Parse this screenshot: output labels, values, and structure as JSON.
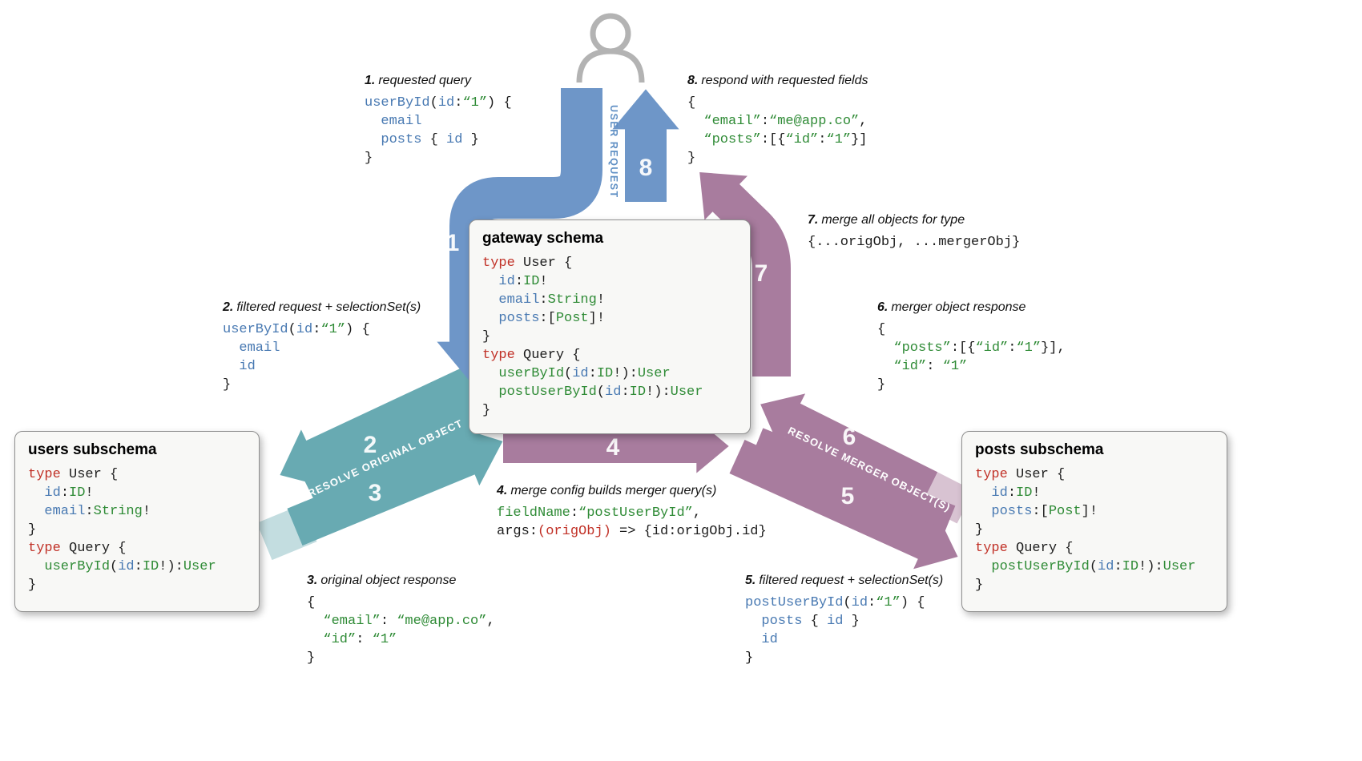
{
  "colors": {
    "blue": "#6e96c8",
    "teal": "#68aab2",
    "tealLight": "#c3dde0",
    "purple": "#a87c9e",
    "purpleLight": "#d8c3d2",
    "person": "#b3b3b3",
    "userReqText": "#5f8fc4",
    "kw": "#c13127",
    "name": "#4879b2",
    "type": "#2f8b36",
    "plain": "#1c1c1c"
  },
  "icons": {
    "person": "user-silhouette"
  },
  "band_labels": {
    "user_request": "USER REQUEST",
    "resolve_original": "RESOLVE ORIGINAL OBJECT",
    "resolve_merger": "RESOLVE MERGER OBJECT(S)"
  },
  "band_numbers": {
    "n1": "1",
    "n2": "2",
    "n3": "3",
    "n4": "4",
    "n5": "5",
    "n6": "6",
    "n7": "7",
    "n8": "8"
  },
  "panels": {
    "gateway": {
      "title": "gateway schema",
      "code": [
        [
          {
            "c": "k",
            "x": "type"
          },
          {
            "c": "p",
            "x": " User {"
          }
        ],
        [
          {
            "c": "p",
            "x": "  "
          },
          {
            "c": "n",
            "x": "id"
          },
          {
            "c": "p",
            "x": ":"
          },
          {
            "c": "t",
            "x": "ID"
          },
          {
            "c": "p",
            "x": "!"
          }
        ],
        [
          {
            "c": "p",
            "x": "  "
          },
          {
            "c": "n",
            "x": "email"
          },
          {
            "c": "p",
            "x": ":"
          },
          {
            "c": "t",
            "x": "String"
          },
          {
            "c": "p",
            "x": "!"
          }
        ],
        [
          {
            "c": "p",
            "x": "  "
          },
          {
            "c": "n",
            "x": "posts"
          },
          {
            "c": "p",
            "x": ":["
          },
          {
            "c": "t",
            "x": "Post"
          },
          {
            "c": "p",
            "x": "]!"
          }
        ],
        [
          {
            "c": "p",
            "x": "}"
          }
        ],
        [
          {
            "c": "k",
            "x": "type"
          },
          {
            "c": "p",
            "x": " Query {"
          }
        ],
        [
          {
            "c": "p",
            "x": "  "
          },
          {
            "c": "t",
            "x": "userById"
          },
          {
            "c": "p",
            "x": "("
          },
          {
            "c": "n",
            "x": "id"
          },
          {
            "c": "p",
            "x": ":"
          },
          {
            "c": "t",
            "x": "ID"
          },
          {
            "c": "p",
            "x": "!):"
          },
          {
            "c": "t",
            "x": "User"
          }
        ],
        [
          {
            "c": "p",
            "x": "  "
          },
          {
            "c": "t",
            "x": "postUserById"
          },
          {
            "c": "p",
            "x": "("
          },
          {
            "c": "n",
            "x": "id"
          },
          {
            "c": "p",
            "x": ":"
          },
          {
            "c": "t",
            "x": "ID"
          },
          {
            "c": "p",
            "x": "!):"
          },
          {
            "c": "t",
            "x": "User"
          }
        ],
        [
          {
            "c": "p",
            "x": "}"
          }
        ]
      ]
    },
    "users": {
      "title": "users subschema",
      "code": [
        [
          {
            "c": "k",
            "x": "type"
          },
          {
            "c": "p",
            "x": " User {"
          }
        ],
        [
          {
            "c": "p",
            "x": "  "
          },
          {
            "c": "n",
            "x": "id"
          },
          {
            "c": "p",
            "x": ":"
          },
          {
            "c": "t",
            "x": "ID"
          },
          {
            "c": "p",
            "x": "!"
          }
        ],
        [
          {
            "c": "p",
            "x": "  "
          },
          {
            "c": "n",
            "x": "email"
          },
          {
            "c": "p",
            "x": ":"
          },
          {
            "c": "t",
            "x": "String"
          },
          {
            "c": "p",
            "x": "!"
          }
        ],
        [
          {
            "c": "p",
            "x": "}"
          }
        ],
        [
          {
            "c": "k",
            "x": "type"
          },
          {
            "c": "p",
            "x": " Query {"
          }
        ],
        [
          {
            "c": "p",
            "x": "  "
          },
          {
            "c": "t",
            "x": "userById"
          },
          {
            "c": "p",
            "x": "("
          },
          {
            "c": "n",
            "x": "id"
          },
          {
            "c": "p",
            "x": ":"
          },
          {
            "c": "t",
            "x": "ID"
          },
          {
            "c": "p",
            "x": "!):"
          },
          {
            "c": "t",
            "x": "User"
          }
        ],
        [
          {
            "c": "p",
            "x": "}"
          }
        ]
      ]
    },
    "posts": {
      "title": "posts subschema",
      "code": [
        [
          {
            "c": "k",
            "x": "type"
          },
          {
            "c": "p",
            "x": " User {"
          }
        ],
        [
          {
            "c": "p",
            "x": "  "
          },
          {
            "c": "n",
            "x": "id"
          },
          {
            "c": "p",
            "x": ":"
          },
          {
            "c": "t",
            "x": "ID"
          },
          {
            "c": "p",
            "x": "!"
          }
        ],
        [
          {
            "c": "p",
            "x": "  "
          },
          {
            "c": "n",
            "x": "posts"
          },
          {
            "c": "p",
            "x": ":["
          },
          {
            "c": "t",
            "x": "Post"
          },
          {
            "c": "p",
            "x": "]!"
          }
        ],
        [
          {
            "c": "p",
            "x": "}"
          }
        ],
        [
          {
            "c": "k",
            "x": "type"
          },
          {
            "c": "p",
            "x": " Query {"
          }
        ],
        [
          {
            "c": "p",
            "x": "  "
          },
          {
            "c": "t",
            "x": "postUserById"
          },
          {
            "c": "p",
            "x": "("
          },
          {
            "c": "n",
            "x": "id"
          },
          {
            "c": "p",
            "x": ":"
          },
          {
            "c": "t",
            "x": "ID"
          },
          {
            "c": "p",
            "x": "!):"
          },
          {
            "c": "t",
            "x": "User"
          }
        ],
        [
          {
            "c": "p",
            "x": "}"
          }
        ]
      ]
    }
  },
  "annotations": {
    "a1": {
      "num": "1.",
      "label": "requested query",
      "code": [
        [
          {
            "c": "n",
            "x": "userById"
          },
          {
            "c": "p",
            "x": "("
          },
          {
            "c": "n",
            "x": "id"
          },
          {
            "c": "p",
            "x": ":"
          },
          {
            "c": "t",
            "x": "“1”"
          },
          {
            "c": "p",
            "x": ") {"
          }
        ],
        [
          {
            "c": "p",
            "x": "  "
          },
          {
            "c": "n",
            "x": "email"
          }
        ],
        [
          {
            "c": "p",
            "x": "  "
          },
          {
            "c": "n",
            "x": "posts"
          },
          {
            "c": "p",
            "x": " { "
          },
          {
            "c": "n",
            "x": "id"
          },
          {
            "c": "p",
            "x": " }"
          }
        ],
        [
          {
            "c": "p",
            "x": "}"
          }
        ]
      ]
    },
    "a2": {
      "num": "2.",
      "label": "filtered request + selectionSet(s)",
      "code": [
        [
          {
            "c": "n",
            "x": "userById"
          },
          {
            "c": "p",
            "x": "("
          },
          {
            "c": "n",
            "x": "id"
          },
          {
            "c": "p",
            "x": ":"
          },
          {
            "c": "t",
            "x": "“1”"
          },
          {
            "c": "p",
            "x": ") {"
          }
        ],
        [
          {
            "c": "p",
            "x": "  "
          },
          {
            "c": "n",
            "x": "email"
          }
        ],
        [
          {
            "c": "p",
            "x": "  "
          },
          {
            "c": "n",
            "x": "id"
          }
        ],
        [
          {
            "c": "p",
            "x": "}"
          }
        ]
      ]
    },
    "a3": {
      "num": "3.",
      "label": "original object response",
      "code": [
        [
          {
            "c": "p",
            "x": "{"
          }
        ],
        [
          {
            "c": "p",
            "x": "  "
          },
          {
            "c": "t",
            "x": "“email”"
          },
          {
            "c": "p",
            "x": ": "
          },
          {
            "c": "t",
            "x": "“me@app.co”"
          },
          {
            "c": "p",
            "x": ","
          }
        ],
        [
          {
            "c": "p",
            "x": "  "
          },
          {
            "c": "t",
            "x": "“id”"
          },
          {
            "c": "p",
            "x": ": "
          },
          {
            "c": "t",
            "x": "“1”"
          }
        ],
        [
          {
            "c": "p",
            "x": "}"
          }
        ]
      ]
    },
    "a4": {
      "num": "4.",
      "label": "merge config builds merger query(s)",
      "code": [
        [
          {
            "c": "t",
            "x": "fieldName"
          },
          {
            "c": "p",
            "x": ":"
          },
          {
            "c": "t",
            "x": "“postUserById”"
          },
          {
            "c": "p",
            "x": ","
          }
        ],
        [
          {
            "c": "p",
            "x": "args:"
          },
          {
            "c": "k",
            "x": "(origObj)"
          },
          {
            "c": "p",
            "x": " => {id:origObj.id}"
          }
        ]
      ]
    },
    "a5": {
      "num": "5.",
      "label": "filtered request + selectionSet(s)",
      "code": [
        [
          {
            "c": "n",
            "x": "postUserById"
          },
          {
            "c": "p",
            "x": "("
          },
          {
            "c": "n",
            "x": "id"
          },
          {
            "c": "p",
            "x": ":"
          },
          {
            "c": "t",
            "x": "“1”"
          },
          {
            "c": "p",
            "x": ") {"
          }
        ],
        [
          {
            "c": "p",
            "x": "  "
          },
          {
            "c": "n",
            "x": "posts"
          },
          {
            "c": "p",
            "x": " { "
          },
          {
            "c": "n",
            "x": "id"
          },
          {
            "c": "p",
            "x": " }"
          }
        ],
        [
          {
            "c": "p",
            "x": "  "
          },
          {
            "c": "n",
            "x": "id"
          }
        ],
        [
          {
            "c": "p",
            "x": "}"
          }
        ]
      ]
    },
    "a6": {
      "num": "6.",
      "label": "merger object response",
      "code": [
        [
          {
            "c": "p",
            "x": "{"
          }
        ],
        [
          {
            "c": "p",
            "x": "  "
          },
          {
            "c": "t",
            "x": "“posts”"
          },
          {
            "c": "p",
            "x": ":[{"
          },
          {
            "c": "t",
            "x": "“id”"
          },
          {
            "c": "p",
            "x": ":"
          },
          {
            "c": "t",
            "x": "“1”"
          },
          {
            "c": "p",
            "x": "}],"
          }
        ],
        [
          {
            "c": "p",
            "x": "  "
          },
          {
            "c": "t",
            "x": "“id”"
          },
          {
            "c": "p",
            "x": ": "
          },
          {
            "c": "t",
            "x": "“1”"
          }
        ],
        [
          {
            "c": "p",
            "x": "}"
          }
        ]
      ]
    },
    "a7": {
      "num": "7.",
      "label": "merge all objects for type",
      "code": [
        [
          {
            "c": "p",
            "x": "{...origObj, ...mergerObj}"
          }
        ]
      ]
    },
    "a8": {
      "num": "8.",
      "label": "respond with requested fields",
      "code": [
        [
          {
            "c": "p",
            "x": "{"
          }
        ],
        [
          {
            "c": "p",
            "x": "  "
          },
          {
            "c": "t",
            "x": "“email”"
          },
          {
            "c": "p",
            "x": ":"
          },
          {
            "c": "t",
            "x": "“me@app.co”"
          },
          {
            "c": "p",
            "x": ","
          }
        ],
        [
          {
            "c": "p",
            "x": "  "
          },
          {
            "c": "t",
            "x": "“posts”"
          },
          {
            "c": "p",
            "x": ":[{"
          },
          {
            "c": "t",
            "x": "“id”"
          },
          {
            "c": "p",
            "x": ":"
          },
          {
            "c": "t",
            "x": "“1”"
          },
          {
            "c": "p",
            "x": "}]"
          }
        ],
        [
          {
            "c": "p",
            "x": "}"
          }
        ]
      ]
    }
  }
}
